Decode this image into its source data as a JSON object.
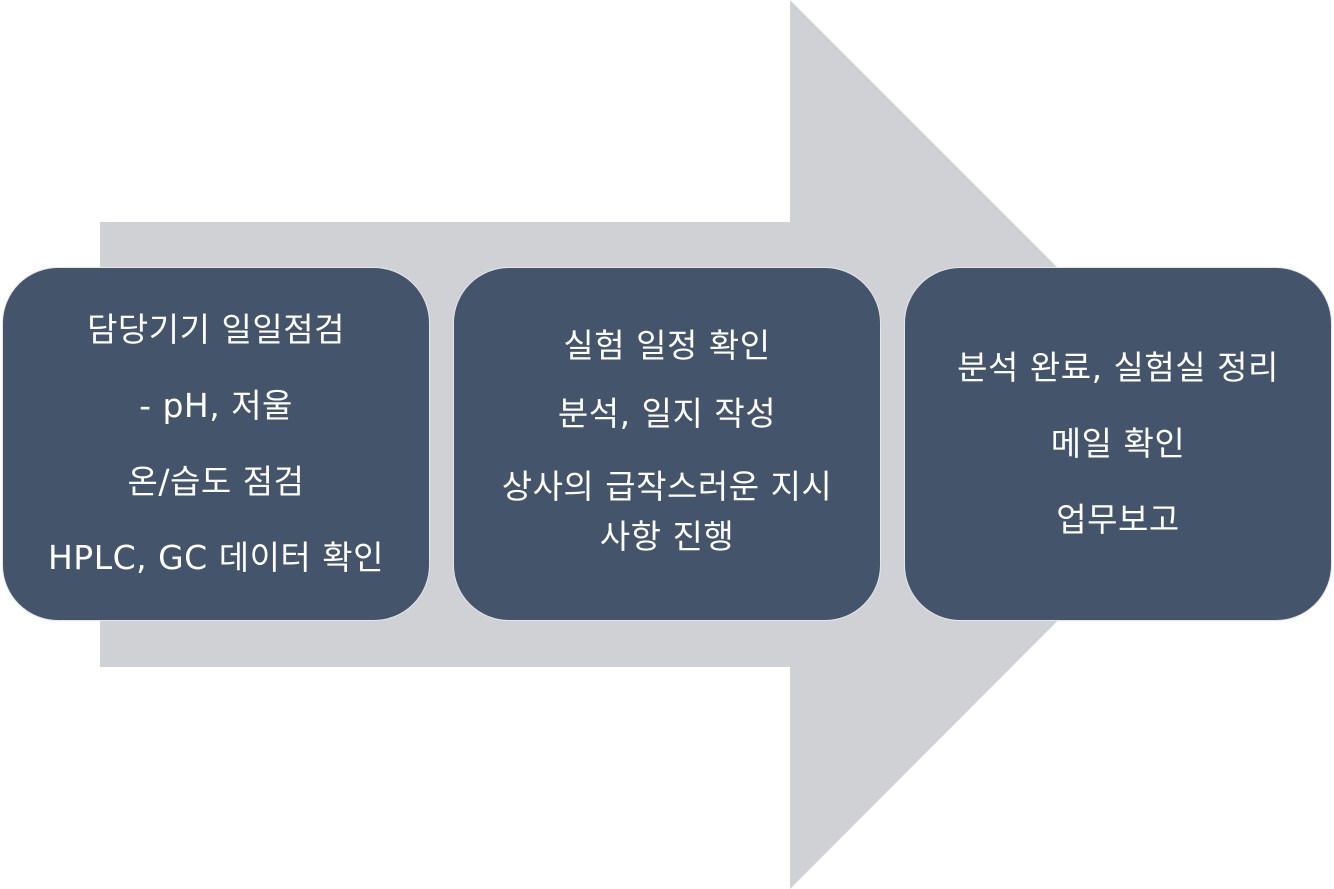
{
  "colors": {
    "arrow": "#d0d1d5",
    "box": "#44546a",
    "text": "#ffffff"
  },
  "steps": [
    {
      "lines": [
        "담당기기 일일점검",
        "- pH, 저울",
        "온/습도 점검",
        "HPLC, GC 데이터 확인"
      ]
    },
    {
      "lines": [
        "실험 일정 확인",
        "분석, 일지 작성",
        "상사의 급작스러운 지시사항 진행"
      ]
    },
    {
      "lines": [
        "분석 완료, 실험실 정리",
        "메일 확인",
        "업무보고"
      ]
    }
  ]
}
